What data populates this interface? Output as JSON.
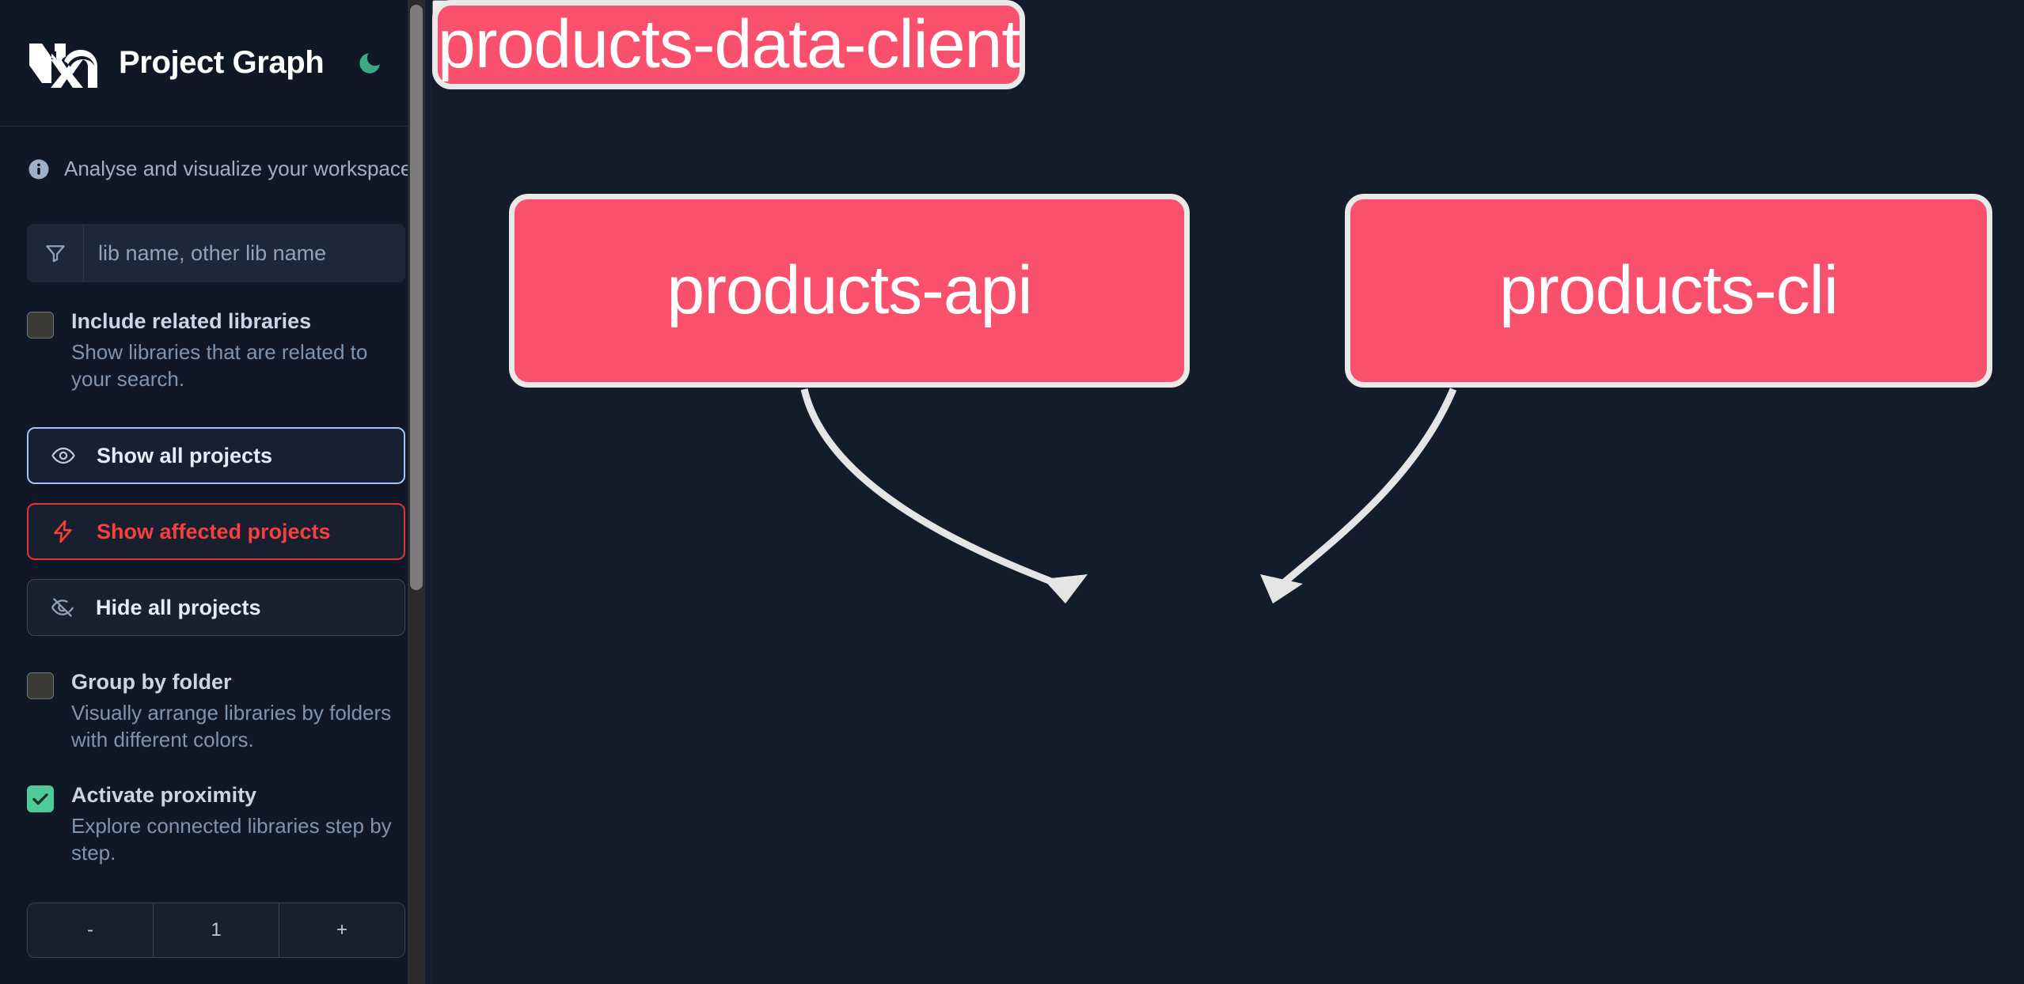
{
  "app": {
    "title": "Project Graph",
    "logo_icon": "nx-logo",
    "theme_toggle_icon": "moon-icon",
    "background_color": "#131c2b",
    "sidebar_background_color": "#101828"
  },
  "sidebar": {
    "tagline": {
      "icon": "info-icon",
      "text": "Analyse and visualize your workspace."
    },
    "search": {
      "icon": "filter-icon",
      "value": "",
      "placeholder": "lib name, other lib name"
    },
    "checkboxes": [
      {
        "name": "include-related-libraries",
        "label": "Include related libraries",
        "description": "Show libraries that are related to your search.",
        "checked": false
      },
      {
        "name": "group-by-folder",
        "label": "Group by folder",
        "description": "Visually arrange libraries by folders with different colors.",
        "checked": false
      },
      {
        "name": "activate-proximity",
        "label": "Activate proximity",
        "description": "Explore connected libraries step by step.",
        "checked": true
      }
    ],
    "buttons": [
      {
        "name": "show-all-projects",
        "label": "Show all projects",
        "icon": "eye-icon",
        "style": "primary",
        "accent": "#9ec5f5"
      },
      {
        "name": "show-affected-projects",
        "label": "Show affected projects",
        "icon": "lightning-icon",
        "style": "danger",
        "accent": "#f4413d"
      },
      {
        "name": "hide-all-projects",
        "label": "Hide all projects",
        "icon": "eye-off-icon",
        "style": "muted",
        "accent": "#3a485e"
      }
    ],
    "segmented_control": [
      {
        "name": "proximity-less",
        "label": "-"
      },
      {
        "name": "proximity-value",
        "label": "1"
      },
      {
        "name": "proximity-more",
        "label": "+"
      }
    ],
    "scrollbar": {
      "thumb_color": "#7d7d7d",
      "track_color": "#2b2b2b"
    }
  },
  "graph": {
    "node_fill_color": "#f9506e",
    "node_border_color": "#e9e9e9",
    "edge_color": "#e5e5e5",
    "nodes": [
      {
        "id": "products-api",
        "label": "products-api"
      },
      {
        "id": "products-cli",
        "label": "products-cli"
      },
      {
        "id": "products-data-client",
        "label": "products-data-client"
      }
    ],
    "edges": [
      {
        "from": "products-api",
        "to": "products-data-client"
      },
      {
        "from": "products-cli",
        "to": "products-data-client"
      }
    ]
  },
  "download_button": {
    "name": "download-graph-button",
    "icon": "download-icon",
    "color": "#3aa887"
  }
}
